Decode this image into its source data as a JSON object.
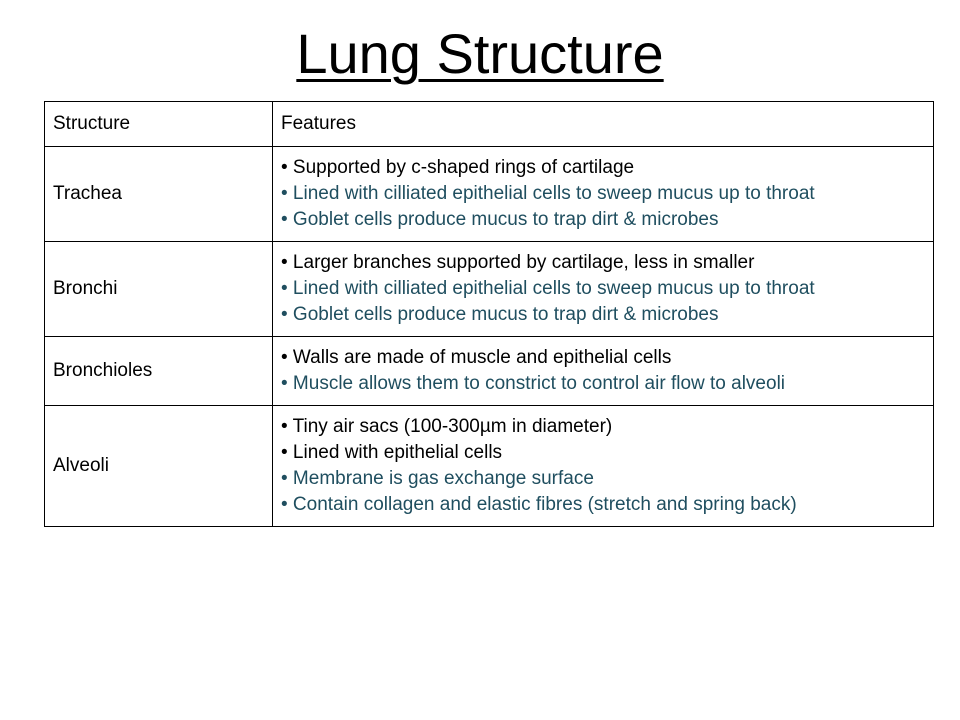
{
  "page": {
    "title": "Lung Structure"
  },
  "table": {
    "headers": [
      "Structure",
      "Features"
    ],
    "rows": [
      {
        "structure": "Trachea",
        "features": [
          {
            "text": "• Supported by c-shaped rings of cartilage",
            "color": "#000000"
          },
          {
            "text": "• Lined with cilliated epithelial cells to sweep mucus up to throat",
            "color": "#1f4e5f"
          },
          {
            "text": "• Goblet cells produce mucus to trap dirt & microbes",
            "color": "#1f4e5f"
          }
        ]
      },
      {
        "structure": "Bronchi",
        "features": [
          {
            "text": "• Larger branches supported by cartilage, less in smaller",
            "color": "#000000"
          },
          {
            "text": "• Lined with cilliated epithelial cells to sweep mucus up to throat",
            "color": "#1f4e5f"
          },
          {
            "text": "• Goblet cells produce mucus to trap dirt & microbes",
            "color": "#1f4e5f"
          }
        ]
      },
      {
        "structure": "Bronchioles",
        "features": [
          {
            "text": "• Walls are made of muscle and epithelial cells",
            "color": "#000000"
          },
          {
            "text": "• Muscle allows them to constrict to control air flow to alveoli",
            "color": "#1f4e5f"
          }
        ]
      },
      {
        "structure": "Alveoli",
        "features": [
          {
            "text": "• Tiny air sacs (100-300µm in diameter)",
            "color": "#000000"
          },
          {
            "text": "• Lined with epithelial cells",
            "color": "#000000"
          },
          {
            "text": "• Membrane is gas exchange surface",
            "color": "#1f4e5f"
          },
          {
            "text": "• Contain collagen and elastic fibres (stretch and spring back)",
            "color": "#1f4e5f"
          }
        ]
      }
    ]
  }
}
